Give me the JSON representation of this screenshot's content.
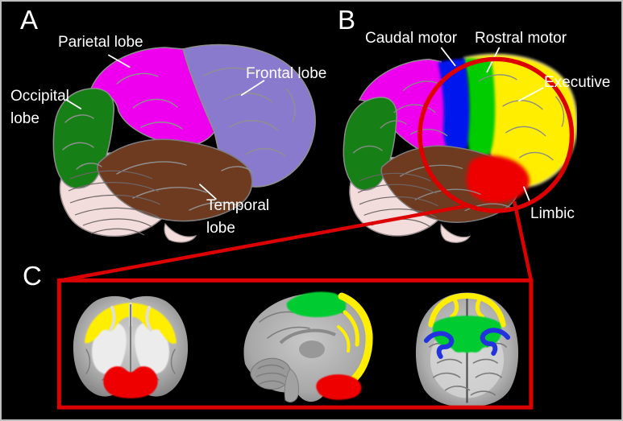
{
  "canvas": {
    "background": "#000000",
    "border_color": "#bfbfbf"
  },
  "annotation": {
    "accent_color": "#dd0000",
    "pointer_color": "#ffffff",
    "text_color": "#ffffff"
  },
  "panels": {
    "a": {
      "letter": "A",
      "labels": {
        "parietal": "Parietal lobe",
        "frontal": "Frontal lobe",
        "occipital_line1": "Occipital",
        "occipital_line2": "lobe",
        "temporal_line1": "Temporal",
        "temporal_line2": "lobe"
      },
      "regions": {
        "parietal": {
          "name": "Parietal lobe",
          "color": "#ee00ee"
        },
        "frontal": {
          "name": "Frontal lobe",
          "color": "#8a7ace"
        },
        "occipital": {
          "name": "Occipital lobe",
          "color": "#168016"
        },
        "temporal": {
          "name": "Temporal lobe",
          "color": "#6e3b20"
        },
        "cerebellum": {
          "name": "Cerebellum",
          "color": "#f2dcdc"
        }
      }
    },
    "b": {
      "letter": "B",
      "labels": {
        "caudal_motor": "Caudal motor",
        "rostral_motor": "Rostral motor",
        "executive": "Executive",
        "limbic": "Limbic"
      },
      "regions": {
        "caudal_motor": {
          "name": "Caudal motor",
          "color": "#0012ee"
        },
        "rostral_motor": {
          "name": "Rostral motor",
          "color": "#00cc00"
        },
        "executive": {
          "name": "Executive",
          "color": "#ffee00"
        },
        "limbic": {
          "name": "Limbic",
          "color": "#ee0000"
        },
        "parietal": {
          "name": "Parietal",
          "color": "#ee00ee"
        },
        "occipital": {
          "name": "Occipital",
          "color": "#168016"
        },
        "temporal": {
          "name": "Temporal",
          "color": "#6e3b20"
        },
        "cerebellum": {
          "name": "Cerebellum",
          "color": "#f2dcdc"
        }
      }
    },
    "c": {
      "letter": "C",
      "slice_names": [
        "coronal",
        "sagittal",
        "axial"
      ],
      "overlays": {
        "executive": {
          "name": "Executive",
          "color": "#ffee00"
        },
        "limbic": {
          "name": "Limbic",
          "color": "#ee0000"
        },
        "rostral_motor": {
          "name": "Rostral motor",
          "color": "#00cc33"
        },
        "caudal_motor": {
          "name": "Caudal motor",
          "color": "#2233dd"
        }
      }
    }
  }
}
